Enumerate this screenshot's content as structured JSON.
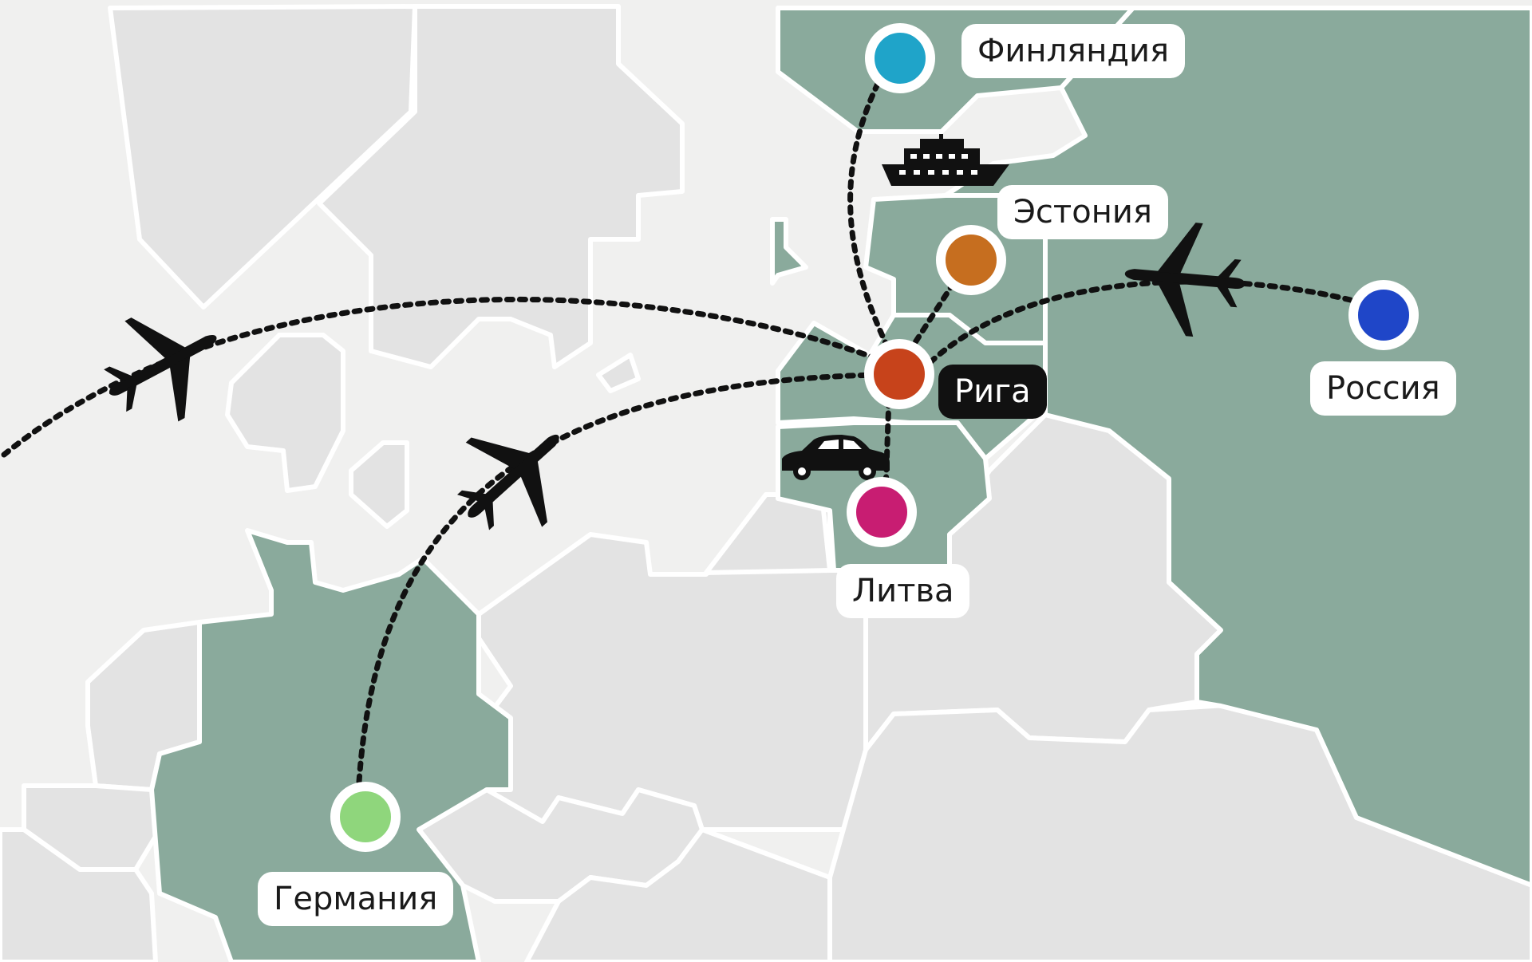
{
  "map": {
    "highlight_color": "#8aaa9c",
    "other_color": "#e3e3e3",
    "sea_color": "#f0f0ef",
    "route_color": "#111111"
  },
  "destinations": [
    {
      "id": "finland",
      "label": "Финляндия",
      "color": "#1fa4c9",
      "label_style": "light"
    },
    {
      "id": "estonia",
      "label": "Эстония",
      "color": "#c66e1f",
      "label_style": "light"
    },
    {
      "id": "riga",
      "label": "Рига",
      "color": "#c7431b",
      "label_style": "dark"
    },
    {
      "id": "russia",
      "label": "Россия",
      "color": "#1f46c8",
      "label_style": "light"
    },
    {
      "id": "lithuania",
      "label": "Литва",
      "color": "#c81d72",
      "label_style": "light"
    },
    {
      "id": "germany",
      "label": "Германия",
      "color": "#8fd67c",
      "label_style": "light"
    }
  ],
  "transport_icons": [
    "ship-icon",
    "airplane-icon",
    "car-icon"
  ]
}
